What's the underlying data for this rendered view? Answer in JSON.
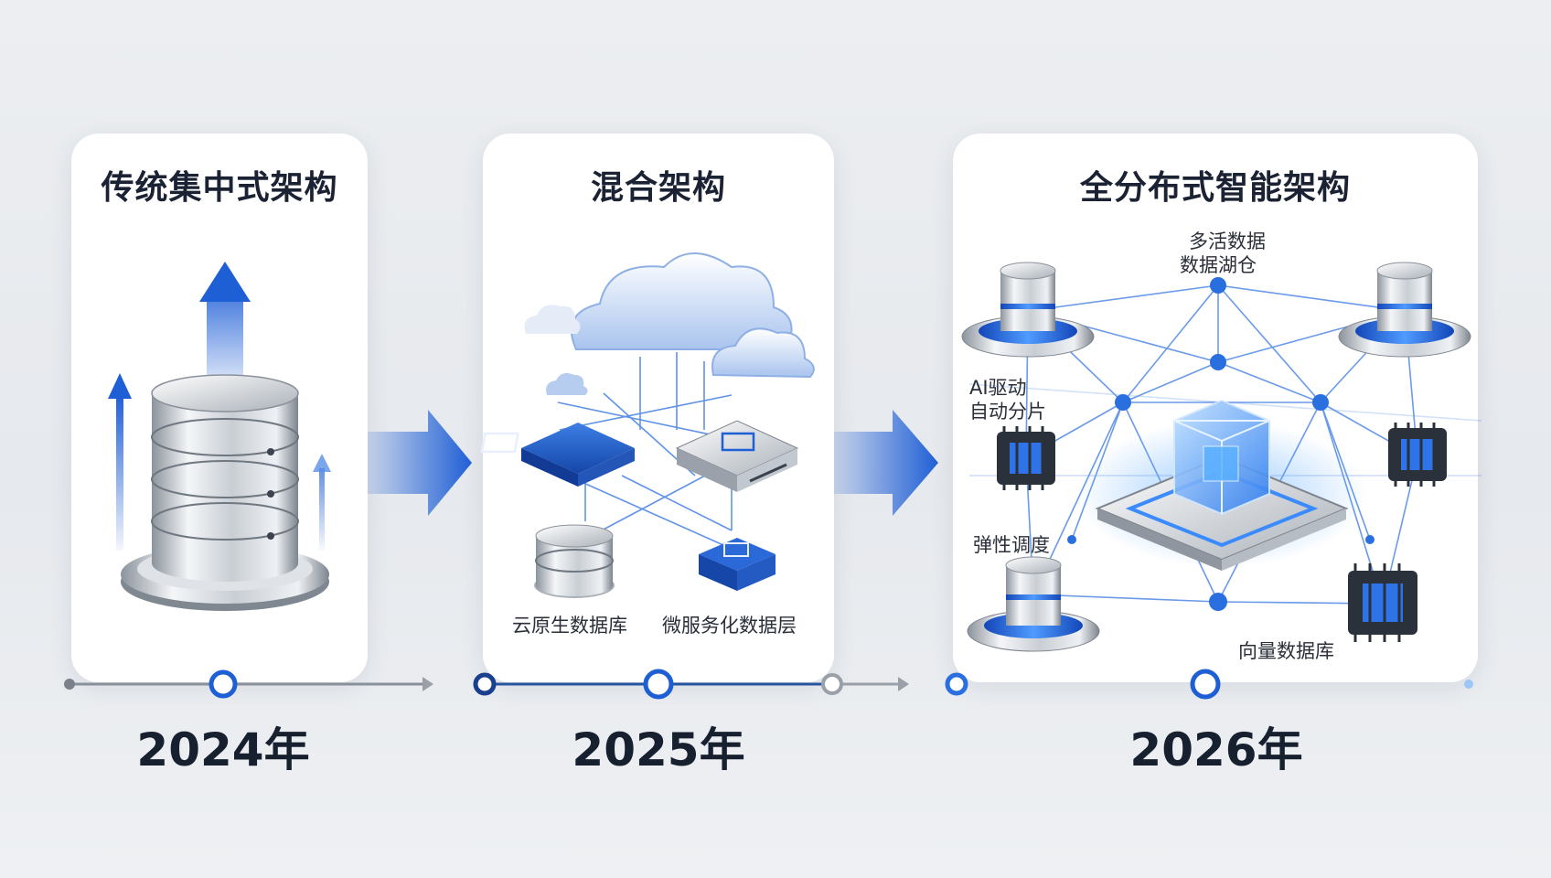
{
  "stages": [
    {
      "title": "传统集中式架构",
      "year": "2024年"
    },
    {
      "title": "混合架构",
      "year": "2025年",
      "labels": {
        "cloud_native_db": "云原生数据库",
        "microservice_layer": "微服务化数据层"
      }
    },
    {
      "title": "全分布式智能架构",
      "year": "2026年",
      "labels": {
        "active_active": "多活数据",
        "data_lake": "数据湖仓",
        "ai_driven": "AI驱动",
        "auto_sharding": "自动分片",
        "elastic": "弹性调度",
        "vector_db": "向量数据库"
      }
    }
  ],
  "colors": {
    "accent": "#1f5fd6",
    "accent_light": "#6aa2f0",
    "text": "#1b2233",
    "timeline": "#8a9099"
  }
}
